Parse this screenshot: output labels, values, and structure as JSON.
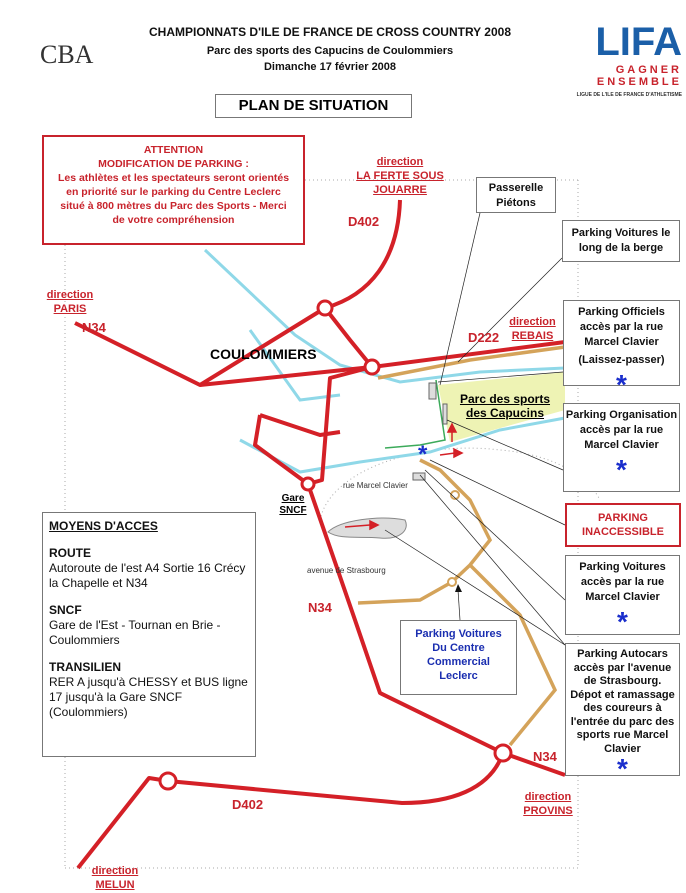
{
  "header": {
    "title": "CHAMPIONNATS D'ILE DE FRANCE DE CROSS COUNTRY 2008",
    "venue": "Parc des sports des Capucins de Coulommiers",
    "date": "Dimanche 17 février 2008",
    "plan_title": "PLAN DE SITUATION"
  },
  "logos": {
    "left": "CBA",
    "right": "LIFA",
    "right_slogan": "GAGNER ENSEMBLE",
    "right_sub": "LIGUE DE L'ILE DE FRANCE D'ATHLETISME"
  },
  "attention": {
    "line1": "ATTENTION",
    "line2": "MODIFICATION DE PARKING :",
    "body": "Les athlètes et les spectateurs seront orientés en priorité sur le parking du Centre Leclerc situé à 800 mètres du Parc des Sports - Merci de votre compréhension"
  },
  "directions": {
    "ferte": [
      "direction",
      "LA FERTE SOUS JOUARRE"
    ],
    "paris": [
      "direction",
      "PARIS"
    ],
    "rebais": [
      "direction",
      "REBAIS"
    ],
    "provins": [
      "direction",
      "PROVINS"
    ],
    "melun": [
      "direction",
      "MELUN"
    ]
  },
  "roads": {
    "d402_north": "D402",
    "n34_west": "N34",
    "d222": "D222",
    "n34_south": "N34",
    "n34_east": "N34",
    "d402_south": "D402"
  },
  "places": {
    "town": "COULOMMIERS",
    "park": "Parc des sports des Capucins",
    "station": "Gare SNCF",
    "street1": "rue Marcel Clavier",
    "street2": "avenue de Strasbourg"
  },
  "callouts": {
    "passerelle": "Passerelle Piétons",
    "berge": "Parking Voitures le long de la berge",
    "officiels": "Parking Officiels accès par la rue Marcel Clavier",
    "officiels_note": "(Laissez-passer)",
    "organisation": "Parking Organisation accès par la rue Marcel Clavier",
    "inaccessible": "PARKING INACCESSIBLE",
    "voitures": "Parking Voitures accès par la rue Marcel Clavier",
    "autocars": "Parking Autocars accès par l'avenue de Strasbourg. Dépot et ramassage des coureurs à l'entrée du parc des sports rue Marcel Clavier",
    "leclerc": "Parking Voitures Du Centre Commercial Leclerc",
    "star": "*"
  },
  "access": {
    "title": "MOYENS D'ACCES",
    "sections": [
      {
        "heading": "ROUTE",
        "text": "Autoroute de l'est A4 Sortie 16 Crécy la Chapelle et N34"
      },
      {
        "heading": "SNCF",
        "text": "Gare de l'Est - Tournan en Brie - Coulommiers"
      },
      {
        "heading": "TRANSILIEN",
        "text": "RER A jusqu'à CHESSY et BUS ligne 17 jusqu'à la Gare SNCF (Coulommiers)"
      }
    ]
  },
  "colors": {
    "road_red": "#d42027",
    "road_tan": "#d4a35a",
    "river": "#8fd8e8",
    "park": "#eef3b4",
    "star": "#1a2ecc"
  }
}
